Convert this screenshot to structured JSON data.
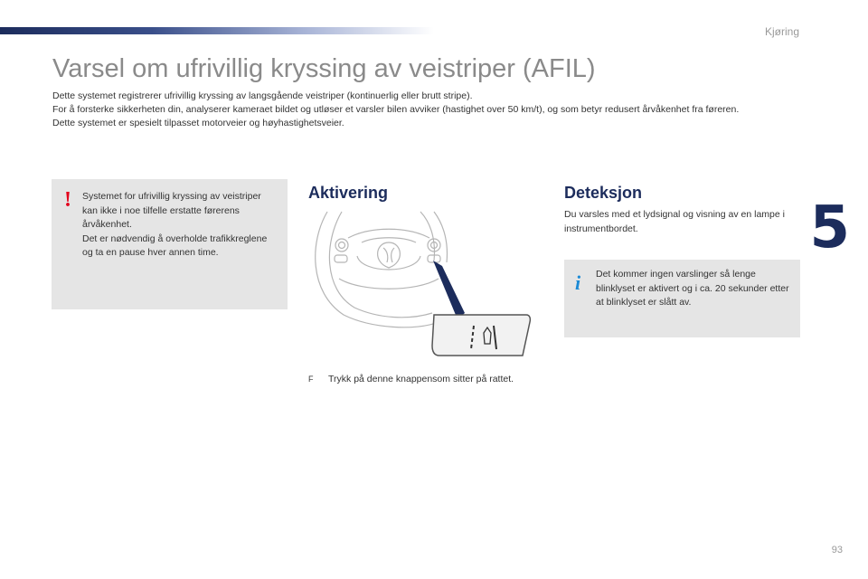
{
  "header": {
    "section": "Kjøring",
    "chapter": "5"
  },
  "title": "Varsel om ufrivillig kryssing av veistriper (AFIL)",
  "intro": [
    "Dette systemet registrerer ufrivillig kryssing av langsgående veistriper (kontinuerlig eller brutt stripe).",
    "For å forsterke sikkerheten din, analyserer kameraet bildet og utløser et varsler bilen avviker (hastighet over 50 km/t), og som betyr redusert årvåkenhet fra føreren.",
    "Dette systemet er spesielt tilpasset motorveier og høyhastighetsveier."
  ],
  "warning": {
    "icon": "exclamation-icon",
    "line1": "Systemet for ufrivillig kryssing av veistriper kan ikke i noe tilfelle erstatte førerens årvåkenhet.",
    "line2": "Det er nødvendig å overholde trafikkreglene og ta en pause hver annen time."
  },
  "activation": {
    "title": "Aktivering",
    "bullet": "F",
    "instruction": "Trykk på denne knappensom sitter på rattet."
  },
  "detection": {
    "title": "Deteksjon",
    "text": "Du varsles med et lydsignal og visning av en lampe i instrumentbordet.",
    "info_icon": "info-icon",
    "info": "Det kommer ingen varslinger så lenge blinklyset er aktivert og i ca. 20 sekunder etter at blinklyset er slått av."
  },
  "page_number": "93",
  "colors": {
    "accent": "#1c2c5c",
    "warning": "#e3001b",
    "info": "#1a8ad6",
    "box_bg": "#e5e5e5"
  }
}
